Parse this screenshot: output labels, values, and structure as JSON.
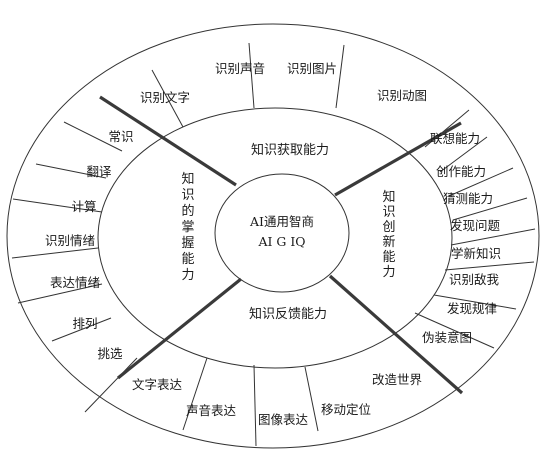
{
  "center": {
    "line1": "AI通用智商",
    "line2": "AI G IQ"
  },
  "quadrants": {
    "top": "知识获取能力",
    "bottom": "知识反馈能力",
    "left": "知识的掌握能力",
    "right": "知识创新能力"
  },
  "sectors": {
    "top": [
      "识别文字",
      "识别声音",
      "识别图片",
      "识别动图"
    ],
    "right": [
      "联想能力",
      "创作能力",
      "猜测能力",
      "发现问题",
      "学新知识",
      "识别敌我",
      "发现规律",
      "伪装意图"
    ],
    "bottom": [
      "改造世界",
      "移动定位",
      "图像表达",
      "声音表达",
      "文字表达"
    ],
    "left": [
      "挑选",
      "排列",
      "表达情绪",
      "识别情绪",
      "计算",
      "翻译",
      "常识"
    ]
  }
}
